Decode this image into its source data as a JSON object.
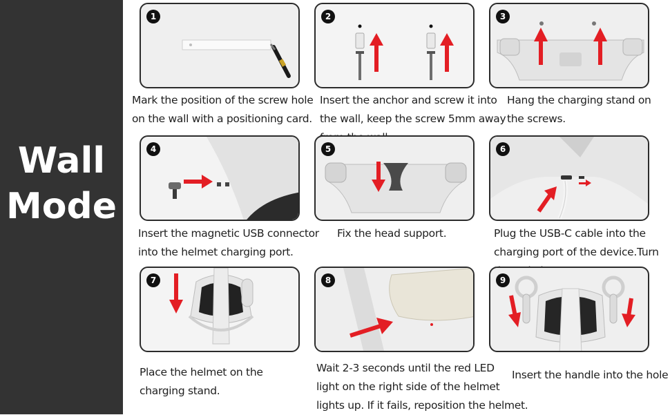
{
  "sidebar": {
    "title_line1": "Wall",
    "title_line2": "Mode",
    "background": "#333333"
  },
  "accent_color": "#e31e24",
  "steps": [
    {
      "number": "1",
      "icon": "pen-marking-card-icon",
      "lines": [
        "Mark the position of the screw hole",
        "on the wall with a positioning card."
      ]
    },
    {
      "number": "2",
      "icon": "anchor-screw-icon",
      "lines": [
        "Insert the anchor and screw it into",
        "the wall, keep the screw 5mm away",
        "from the wall."
      ]
    },
    {
      "number": "3",
      "icon": "charging-stand-icon",
      "lines": [
        "Hang the charging stand on",
        "the screws."
      ]
    },
    {
      "number": "4",
      "icon": "usb-connector-icon",
      "lines": [
        "Insert the magnetic USB connector",
        "into the helmet charging port."
      ]
    },
    {
      "number": "5",
      "icon": "head-support-icon",
      "lines": [
        "Fix the head support."
      ]
    },
    {
      "number": "6",
      "icon": "usb-c-cable-icon",
      "lines": [
        "Plug the USB-C cable into the",
        "charging port of the device.Turn",
        "the switch to ON."
      ]
    },
    {
      "number": "7",
      "icon": "helmet-placement-icon",
      "lines": [
        "Place the helmet on the",
        "charging stand."
      ]
    },
    {
      "number": "8",
      "icon": "red-led-icon",
      "lines": [
        "Wait 2-3 seconds until the red LED",
        "light on the right side of the helmet",
        "lights up. If it fails, reposition the helmet."
      ]
    },
    {
      "number": "9",
      "icon": "controller-handle-icon",
      "lines": [
        "Insert the handle into the hole"
      ]
    }
  ]
}
